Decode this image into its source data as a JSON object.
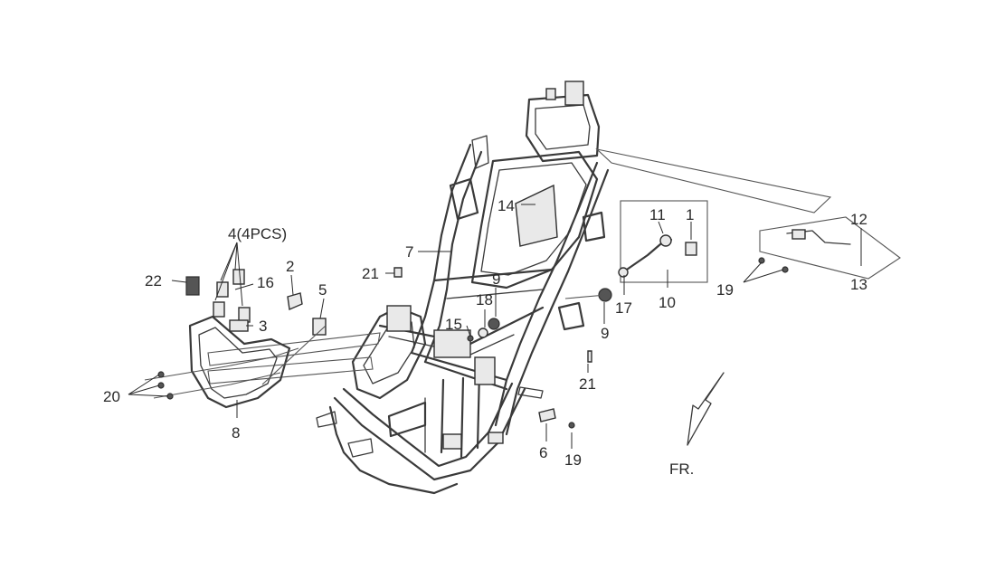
{
  "diagram": {
    "front_indicator": "FR.",
    "callouts": [
      {
        "id": "c1",
        "text": "1"
      },
      {
        "id": "c2",
        "text": "2"
      },
      {
        "id": "c3",
        "text": "3"
      },
      {
        "id": "c4",
        "text": "4(4PCS)"
      },
      {
        "id": "c5",
        "text": "5"
      },
      {
        "id": "c6",
        "text": "6"
      },
      {
        "id": "c7",
        "text": "7"
      },
      {
        "id": "c8",
        "text": "8"
      },
      {
        "id": "c9a",
        "text": "9"
      },
      {
        "id": "c9b",
        "text": "9"
      },
      {
        "id": "c10",
        "text": "10"
      },
      {
        "id": "c11",
        "text": "11"
      },
      {
        "id": "c12",
        "text": "12"
      },
      {
        "id": "c13",
        "text": "13"
      },
      {
        "id": "c14",
        "text": "14"
      },
      {
        "id": "c15",
        "text": "15"
      },
      {
        "id": "c16",
        "text": "16"
      },
      {
        "id": "c17",
        "text": "17"
      },
      {
        "id": "c18",
        "text": "18"
      },
      {
        "id": "c19a",
        "text": "19"
      },
      {
        "id": "c19b",
        "text": "19"
      },
      {
        "id": "c20",
        "text": "20"
      },
      {
        "id": "c21a",
        "text": "21"
      },
      {
        "id": "c21b",
        "text": "21"
      },
      {
        "id": "c22",
        "text": "22"
      }
    ]
  }
}
